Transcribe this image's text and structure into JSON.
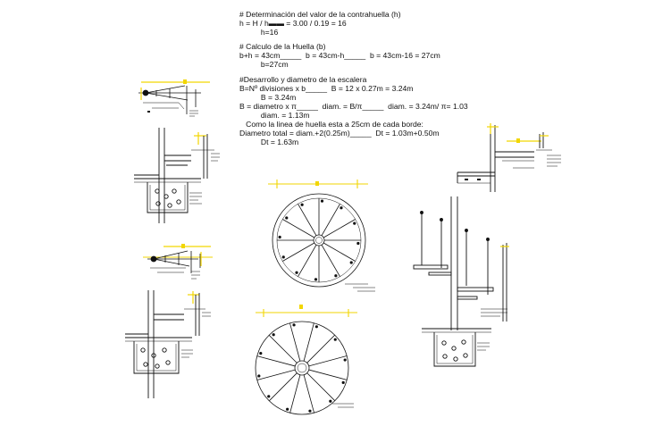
{
  "calculations": [
    {
      "text": "# Determinación del valor de la contrahuella (h)"
    },
    {
      "text": "h = H / h▬▬ = 3.00 / 0.19 = 16"
    },
    {
      "text": "          h=16"
    },
    {
      "text": "",
      "gap": true
    },
    {
      "text": "# Calculo de la Huella (b)"
    },
    {
      "text": "b+h = 43cm_____  b = 43cm-h_____  b = 43cm-16 = 27cm"
    },
    {
      "text": "          b=27cm"
    },
    {
      "text": "",
      "gap": true
    },
    {
      "text": "#Desarrollo y diametro de la escalera"
    },
    {
      "text": "B=Nº divisiones x b_____  B = 12 x 0.27m = 3.24m"
    },
    {
      "text": "          B = 3.24m"
    },
    {
      "text": "B = diametro x π_____  diam. = B/π_____  diam. = 3.24m/ π= 1.03"
    },
    {
      "text": "          diam. = 1.13m"
    },
    {
      "text": "   Como la linea de huella esta a 25cm de cada borde:"
    },
    {
      "text": "Diametro total = diam.+2(0.25m)_____  Dt = 1.03m+0.50m"
    },
    {
      "text": "          Dt = 1.63m"
    }
  ],
  "colors": {
    "line": "#111111",
    "dimension": "#f2d600",
    "background": "#ffffff"
  },
  "plans": {
    "upper_steps": 12,
    "lower_steps": 12
  }
}
